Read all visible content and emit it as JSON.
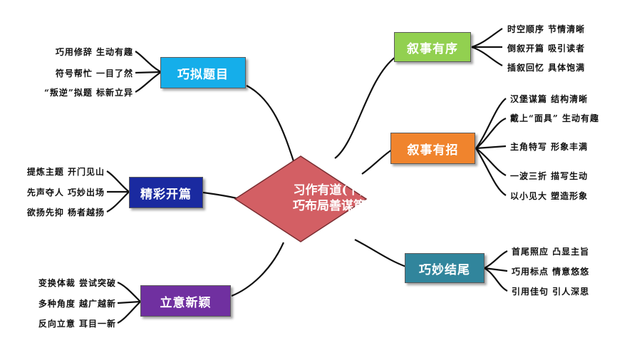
{
  "colors": {
    "center": "#d35f64",
    "narrative_order": "#92d050",
    "narrative_tricks": "#f0842d",
    "ending": "#31859c",
    "title": "#15aeea",
    "opening": "#1a2aa0",
    "theme": "#7030a0",
    "line": "#111111"
  },
  "center": {
    "line1": "习作有道(下)",
    "line2": "巧布局善谋篇"
  },
  "branches": {
    "narrative_order": {
      "label": "叙事有序",
      "items": [
        "时空顺序 节情清晰",
        "倒叙开篇 吸引读者",
        "插叙回忆 具体饱满"
      ]
    },
    "narrative_tricks": {
      "label": "叙事有招",
      "items": [
        "汉堡谋篇 结构清晰",
        "戴上“面具” 生动有趣",
        "主角特写 形象丰满",
        "一波三折 描写生动",
        "以小见大 塑造形象"
      ]
    },
    "ending": {
      "label": "巧妙结尾",
      "items": [
        "首尾照应 凸显主旨",
        "巧用标点 情意悠悠",
        "引用佳句 引人深思"
      ]
    },
    "title": {
      "label": "巧拟题目",
      "items": [
        "巧用修辞 生动有趣",
        "符号帮忙 一目了然",
        "“叛逆”拟题 标新立异"
      ]
    },
    "opening": {
      "label": "精彩开篇",
      "items": [
        "提炼主题 开门见山",
        "先声夺人 巧妙出场",
        "欲扬先抑 杨者越扬"
      ]
    },
    "theme": {
      "label": "立意新颖",
      "items": [
        "变换体裁 尝试突破",
        "多种角度 越广越新",
        "反向立意 耳目一新"
      ]
    }
  }
}
